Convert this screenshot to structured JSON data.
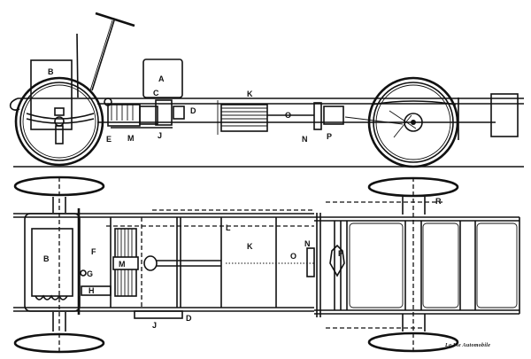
{
  "side_view": {
    "labels": {
      "A": "A",
      "B": "B",
      "C": "C",
      "D": "D",
      "E": "E",
      "J": "J",
      "K": "K",
      "M": "M",
      "N": "N",
      "O": "O",
      "P": "P"
    }
  },
  "plan_view": {
    "labels": {
      "B": "B",
      "D": "D",
      "F": "F",
      "G": "G",
      "H": "H",
      "J": "J",
      "K": "K",
      "L": "L",
      "M": "M",
      "N": "N",
      "O": "O",
      "P": "P",
      "R": "R"
    }
  },
  "credit": "La Vie Automobile"
}
